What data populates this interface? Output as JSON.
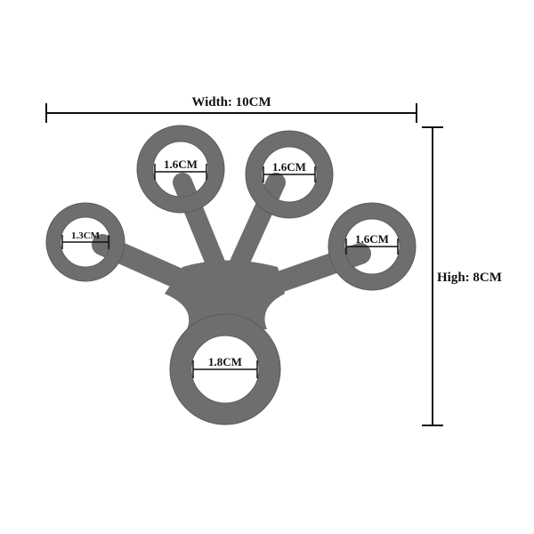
{
  "dimensions": {
    "width_label": "Width: 10CM",
    "height_label": "High: 8CM"
  },
  "rings": [
    {
      "name": "little-finger-ring",
      "label": "1.3CM"
    },
    {
      "name": "ring-finger-ring",
      "label": "1.6CM"
    },
    {
      "name": "middle-finger-ring",
      "label": "1.6CM"
    },
    {
      "name": "index-finger-ring",
      "label": "1.6CM"
    },
    {
      "name": "thumb-ring",
      "label": "1.8CM"
    }
  ],
  "colors": {
    "product": "#6e6e6e",
    "product_edge": "#4a4a4a",
    "lines": "#111111",
    "background": "#ffffff"
  }
}
